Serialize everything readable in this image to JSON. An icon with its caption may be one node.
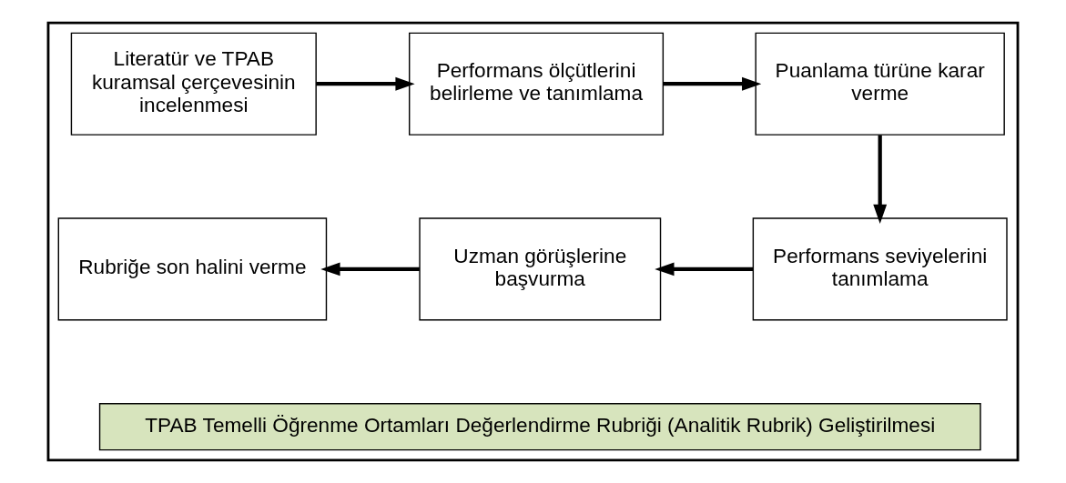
{
  "diagram": {
    "nodes": [
      {
        "text": [],
        "shape": "box"
      },
      {
        "text": [
          "Literatür ve TPAB kuramsal çerçevesinin incelenmesi"
        ],
        "in": 0
      },
      {
        "text": [
          "Performans ölçütlerini belirleme ve tanımlama"
        ],
        "in": 0
      },
      {
        "text": [
          "Puanlama türüne karar verme"
        ],
        "in": 0
      },
      {
        "text": [
          "Performans seviyelerini tanımlama"
        ],
        "in": 0
      },
      {
        "text": [
          "Uzman görüşlerine başvurma"
        ],
        "in": 0
      },
      {
        "text": [
          "Rubriğe son halini verme"
        ],
        "in": 0
      },
      {
        "text": [
          "TPAB Temelli Öğrenme Ortamları Değerlendirme Rubriği (Analitik Rubrik) Geliştirilmesi"
        ],
        "in": 0
      }
    ],
    "edges": [
      {
        "from": 1,
        "to": 2,
        "arrow": "to"
      },
      {
        "from": 2,
        "to": 3,
        "arrow": "to"
      },
      {
        "from": 3,
        "to": 4,
        "arrow": "to"
      },
      {
        "from": 4,
        "to": 5,
        "arrow": "to"
      },
      {
        "from": 5,
        "to": 6,
        "arrow": "to"
      }
    ]
  }
}
